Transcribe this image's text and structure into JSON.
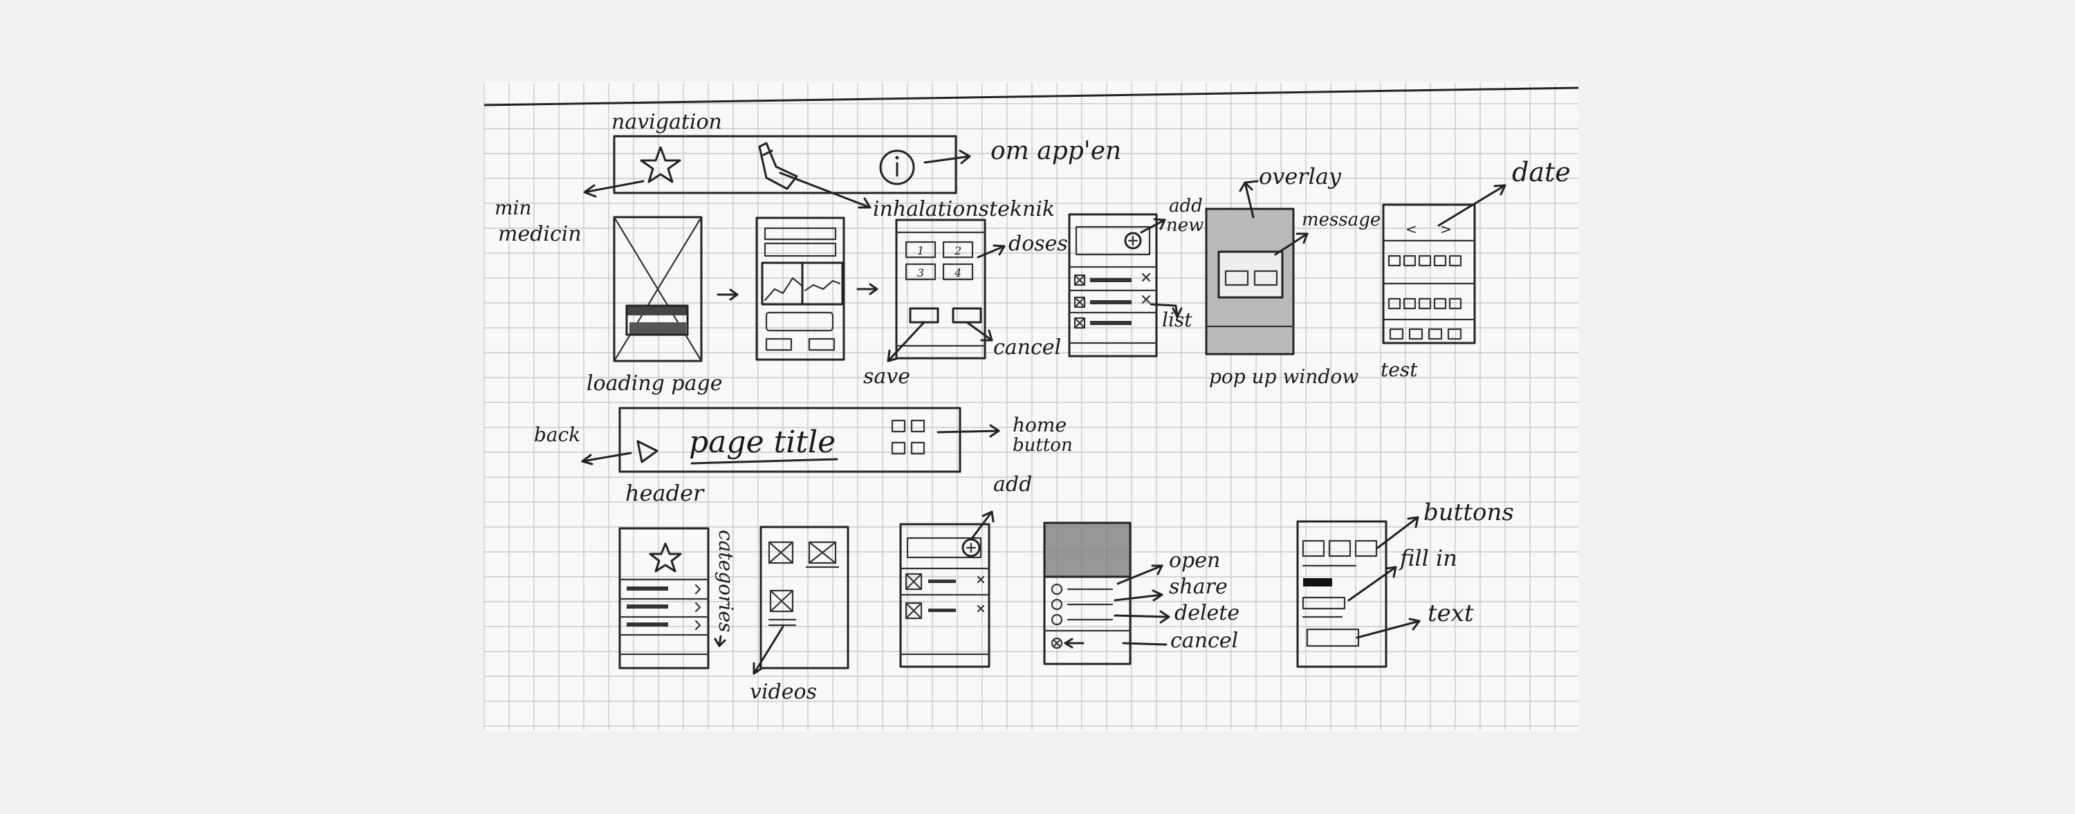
{
  "labels": {
    "navigation": "navigation",
    "min_medicin_1": "min",
    "min_medicin_2": "medicin",
    "om_appen": "om app'en",
    "inhalationsteknik": "inhalationsteknik",
    "doses": "doses",
    "add_new_1": "add",
    "add_new_2": "new",
    "overlay": "overlay",
    "message": "message",
    "date": "date",
    "list": "list",
    "save": "save",
    "cancel": "cancel",
    "loading_page": "loading page",
    "pop_up_window": "pop up window",
    "test": "test",
    "back": "back",
    "page_title": "page title",
    "home_button_1": "home",
    "home_button_2": "button",
    "header": "header",
    "add": "add",
    "categories": "categories",
    "videos": "videos",
    "open": "open",
    "share": "share",
    "delete": "delete",
    "cancel_2": "cancel",
    "buttons": "buttons",
    "fill_in": "fill in",
    "text": "text"
  },
  "dose_numbers": [
    "1",
    "2",
    "3",
    "4"
  ],
  "date_nav": {
    "prev": "<",
    "next": ">"
  }
}
